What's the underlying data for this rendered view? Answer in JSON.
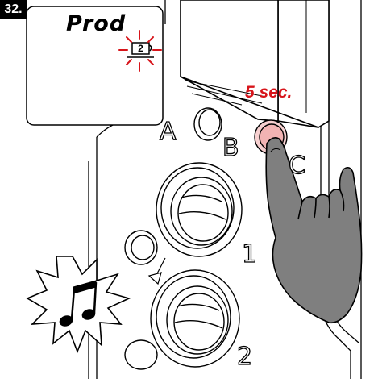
{
  "step": {
    "number": "32."
  },
  "display": {
    "text": "Prod",
    "icon": "cup-icon",
    "cup_number": "2"
  },
  "timer": {
    "label": "5 sec."
  },
  "buttons": {
    "a": "A",
    "b": "B",
    "c": "C"
  },
  "knobs": {
    "upper": "1",
    "lower": "2"
  },
  "beep": {
    "icon": "music-note-icon"
  },
  "colors": {
    "accent_red": "#d7141a",
    "pressed_button": "#f2b3b3",
    "hand": "#808080"
  }
}
